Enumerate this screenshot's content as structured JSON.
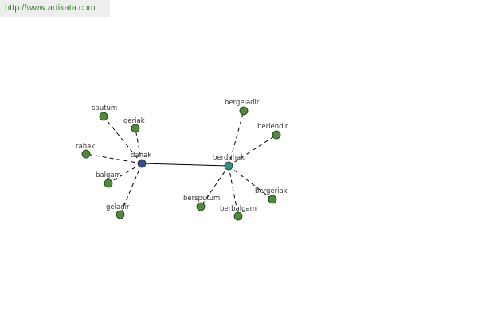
{
  "banner": {
    "url_text": "http://www.artikata.com"
  },
  "colors": {
    "leaf_node": "#4f8a3c",
    "center_word": "#3b4a8c",
    "center_derived": "#2f8f95",
    "edge": "#000000"
  },
  "graph": {
    "nodes": [
      {
        "id": "dahak",
        "label": "dahak",
        "role": "center"
      },
      {
        "id": "berdahak",
        "label": "berdahak",
        "role": "center-derived"
      },
      {
        "id": "sputum",
        "label": "sputum",
        "role": "leaf"
      },
      {
        "id": "geriak",
        "label": "geriak",
        "role": "leaf"
      },
      {
        "id": "rahak",
        "label": "rahak",
        "role": "leaf"
      },
      {
        "id": "balgam",
        "label": "balgam",
        "role": "leaf"
      },
      {
        "id": "geladir",
        "label": "geladir",
        "role": "leaf"
      },
      {
        "id": "bergeladir",
        "label": "bergeladir",
        "role": "leaf"
      },
      {
        "id": "berlendir",
        "label": "berlendir",
        "role": "leaf"
      },
      {
        "id": "bergeriak",
        "label": "bergeriak",
        "role": "leaf"
      },
      {
        "id": "bersputum",
        "label": "bersputum",
        "role": "leaf"
      },
      {
        "id": "berbalgam",
        "label": "berbalgam",
        "role": "leaf"
      }
    ],
    "edges": [
      {
        "from": "dahak",
        "to": "berdahak",
        "style": "solid"
      },
      {
        "from": "dahak",
        "to": "sputum",
        "style": "dashed"
      },
      {
        "from": "dahak",
        "to": "geriak",
        "style": "dashed"
      },
      {
        "from": "dahak",
        "to": "rahak",
        "style": "dashed"
      },
      {
        "from": "dahak",
        "to": "balgam",
        "style": "dashed"
      },
      {
        "from": "dahak",
        "to": "geladir",
        "style": "dashed"
      },
      {
        "from": "berdahak",
        "to": "bergeladir",
        "style": "dashed"
      },
      {
        "from": "berdahak",
        "to": "berlendir",
        "style": "dashed"
      },
      {
        "from": "berdahak",
        "to": "bergeriak",
        "style": "dashed"
      },
      {
        "from": "berdahak",
        "to": "bersputum",
        "style": "dashed"
      },
      {
        "from": "berdahak",
        "to": "berbalgam",
        "style": "dashed"
      }
    ]
  }
}
